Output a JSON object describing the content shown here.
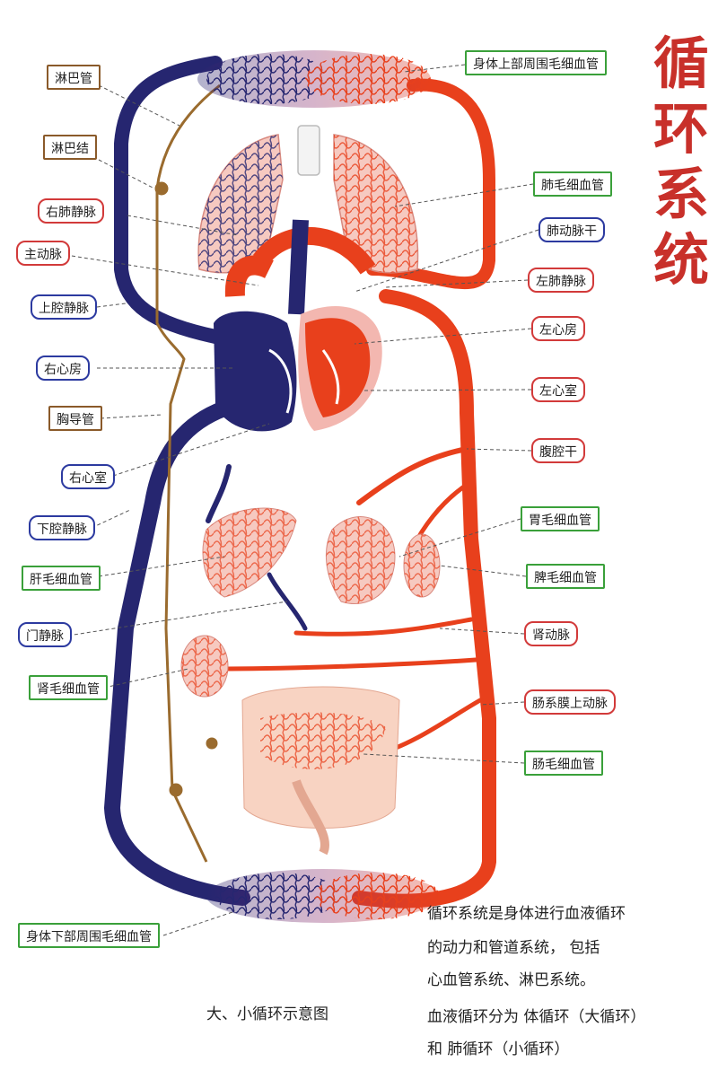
{
  "title": [
    "循",
    "环",
    "系",
    "统"
  ],
  "colors": {
    "title": "#c8302a",
    "artery": "#e8401c",
    "vein": "#262670",
    "lymph": "#9a6b2e",
    "organ_fill": "#f6c9c0",
    "border_red": "#d23a3a",
    "border_blue": "#2c3aa0",
    "border_green": "#3aa03a",
    "border_brown": "#8a5a2a"
  },
  "labels": {
    "lymph_vessel": "淋巴管",
    "lymph_node": "淋巴结",
    "right_pulm_vein": "右肺静脉",
    "aorta": "主动脉",
    "svc": "上腔静脉",
    "right_atrium": "右心房",
    "thoracic_duct": "胸导管",
    "right_ventricle": "右心室",
    "ivc": "下腔静脉",
    "liver_cap": "肝毛细血管",
    "portal_vein": "门静脉",
    "kidney_cap": "肾毛细血管",
    "lower_body_cap": "身体下部周围毛细血管",
    "upper_body_cap": "身体上部周围毛细血管",
    "lung_cap": "肺毛细血管",
    "pulm_trunk": "肺动脉干",
    "left_pulm_vein": "左肺静脉",
    "left_atrium": "左心房",
    "left_ventricle": "左心室",
    "celiac_trunk": "腹腔干",
    "stomach_cap": "胃毛细血管",
    "spleen_cap": "脾毛细血管",
    "renal_artery": "肾动脉",
    "sma": "肠系膜上动脉",
    "intestine_cap": "肠毛细血管"
  },
  "caption": "大、小循环示意图",
  "description": [
    "循环系统是身体进行血液循环",
    "的动力和管道系统， 包括",
    "心血管系统、淋巴系统。",
    "血液循环分为 体循环（大循环）",
    "和 肺循环（小循环）"
  ]
}
